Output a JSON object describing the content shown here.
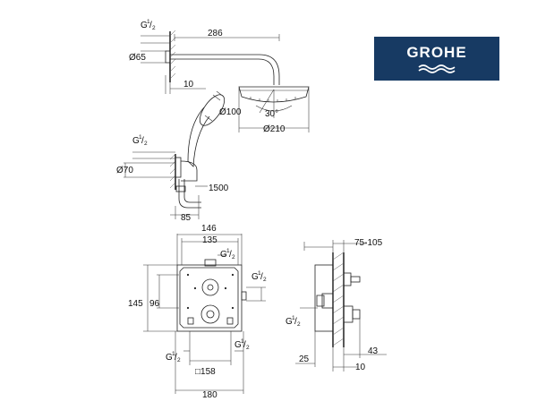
{
  "brand": {
    "name": "GROHE",
    "color": "#173a63"
  },
  "dimensions": {
    "thread": "G",
    "thread_frac_num": "1",
    "thread_frac_den": "2",
    "shower_arm_length": "286",
    "wall_flange_dia": "Ø65",
    "arm_offset": "10",
    "hand_shower_dia": "Ø100",
    "tilt_angle": "30°",
    "head_shower_dia": "Ø210",
    "holder_dia": "Ø70",
    "hose_length": "1500",
    "holder_depth": "85",
    "box_width_outer": "146",
    "box_width_inner": "135",
    "box_height": "145",
    "box_hole_spacing": "96",
    "plate_158": "□158",
    "plate_180": "180",
    "install_depth": "75-105",
    "side_43": "43",
    "side_25": "25",
    "side_10": "10"
  }
}
